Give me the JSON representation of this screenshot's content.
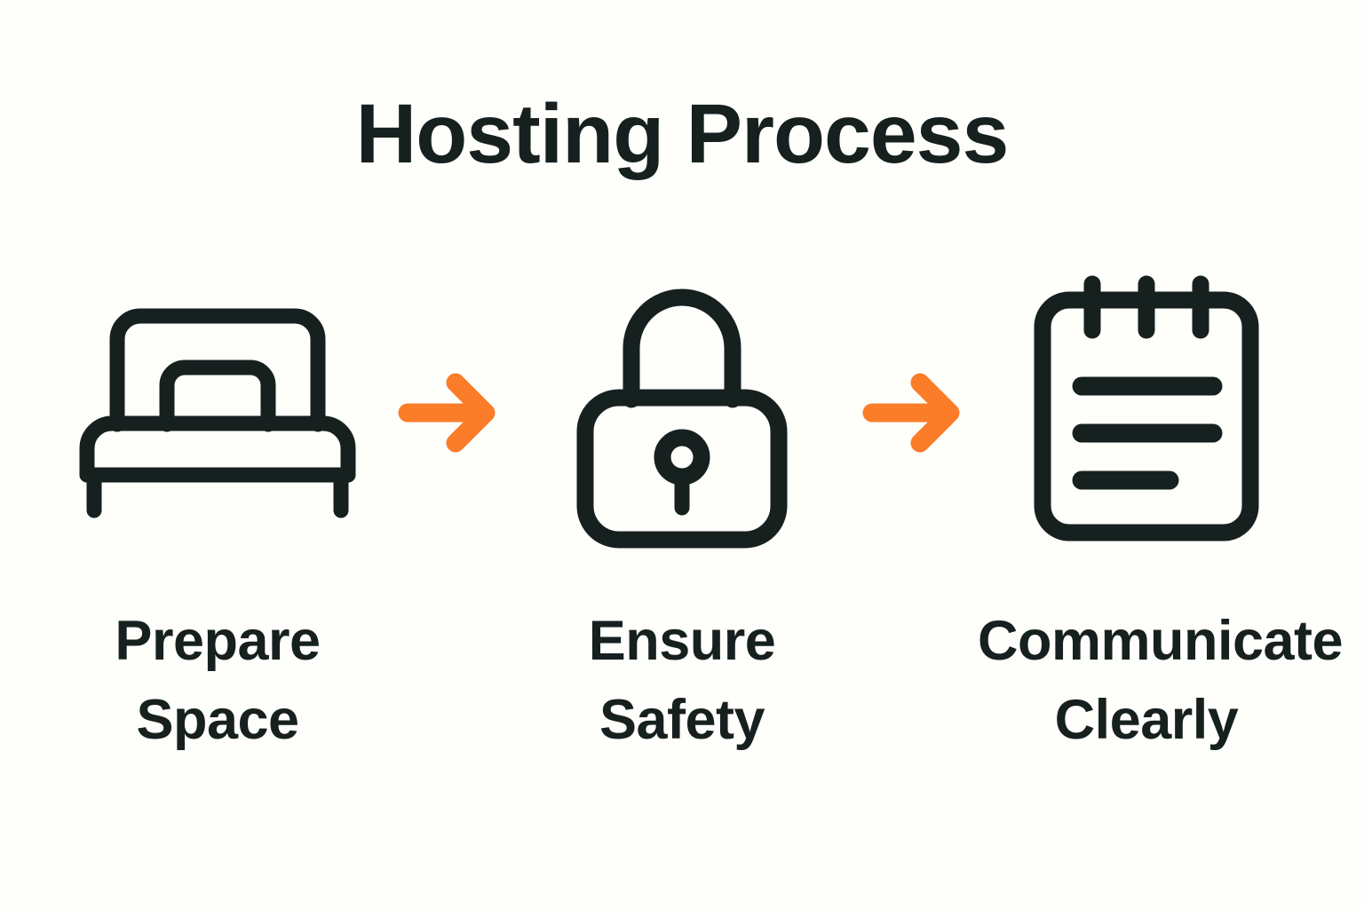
{
  "page": {
    "title": "Hosting Process",
    "background_color": "#fefefb",
    "ink_color": "#16201f",
    "accent_color": "#fb7c29",
    "layout": "three-step horizontal process flow with arrows"
  },
  "steps": [
    {
      "icon": "bed-icon",
      "label_line1": "Prepare",
      "label_line2": "Space"
    },
    {
      "icon": "lock-icon",
      "label_line1": "Ensure",
      "label_line2": "Safety"
    },
    {
      "icon": "notepad-icon",
      "label_line1": "Communicate",
      "label_line2": "Clearly"
    }
  ],
  "connectors": [
    {
      "icon": "arrow-right-icon",
      "color": "#fb7c29"
    },
    {
      "icon": "arrow-right-icon",
      "color": "#fb7c29"
    }
  ]
}
